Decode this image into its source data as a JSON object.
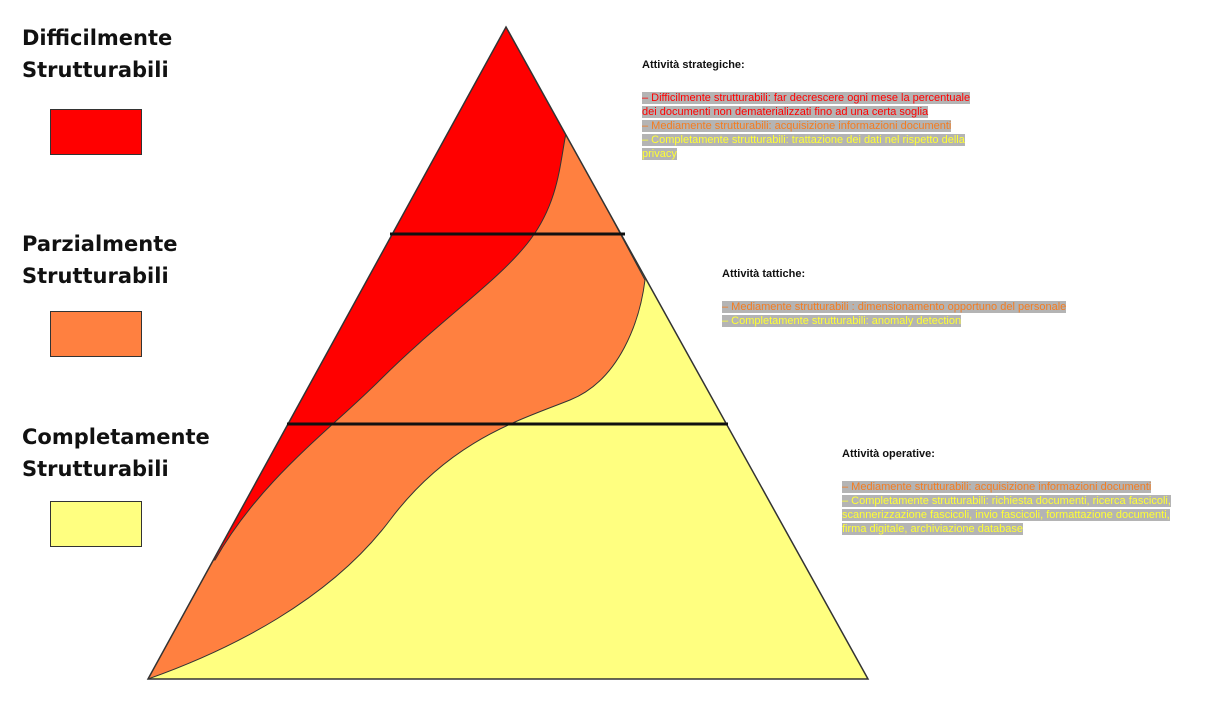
{
  "legend": [
    {
      "line1": "Difficilmente",
      "line2": "Strutturabili",
      "color": "#ff0000"
    },
    {
      "line1": "Parzialmente",
      "line2": "Strutturabili",
      "color": "#ff8040"
    },
    {
      "line1": "Completamente",
      "line2": "Strutturabili",
      "color": "#ffff80"
    }
  ],
  "pyramid_colors": {
    "red": "#ff0000",
    "orange": "#ff8040",
    "yellow": "#ffff80"
  },
  "notes": {
    "strategic": {
      "title": "Attività strategiche:",
      "lines": [
        "– Difficilmente strutturabili: far decrescere ogni mese la percentuale",
        "dei documenti non dematerializzati fino ad una certa soglia",
        "– Mediamente strutturabili: acquisizione informazioni documenti",
        "– Completamente strutturabili: trattazione dei dati nel rispetto della",
        "privacy"
      ]
    },
    "tactical": {
      "title": "Attività tattiche:",
      "lines": [
        "– Mediamente strutturabili : dimensionamento opportuno del personale",
        "– Completamente strutturabili: anomaly detection"
      ]
    },
    "operational": {
      "title": "Attività operative:",
      "lines": [
        "– Mediamente strutturabili: acquisizione informazioni documenti",
        "– Completamente strutturabili: richiesta documenti, ricerca fascicoli,",
        "scannerizzazione fascicoli, invio fascicoli, formattazione documenti,",
        "firma digitale, archiviazione database"
      ]
    }
  }
}
